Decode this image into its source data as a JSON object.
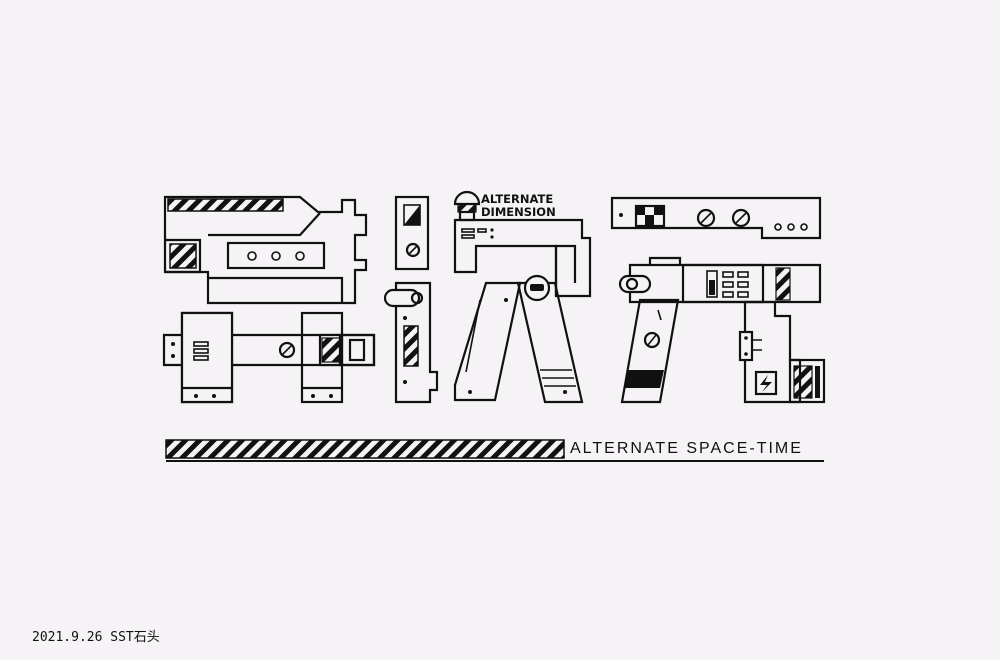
{
  "badge": {
    "line1": "ALTERNATE",
    "line2": "DIMENSION"
  },
  "tagline": "ALTERNATE SPACE-TIME",
  "footer": "2021.9.26 SST石头",
  "colors": {
    "ink": "#111111",
    "background": "#f6f3f6"
  }
}
